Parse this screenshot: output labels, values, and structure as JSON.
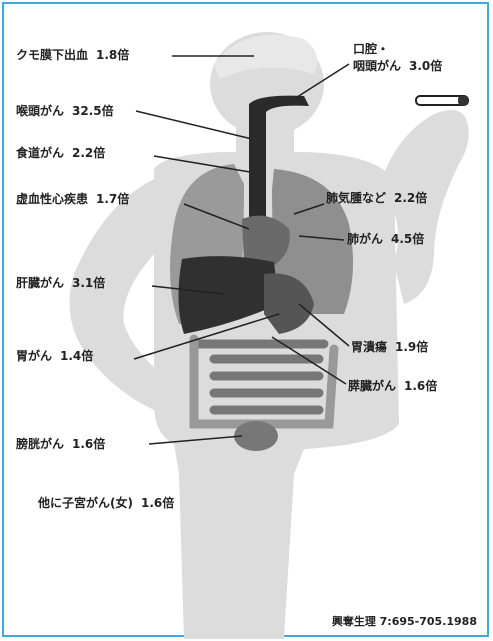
{
  "labels": {
    "subarachnoid": {
      "name": "クモ膜下出血",
      "value": "1.8倍"
    },
    "oral": {
      "name": "口腔・",
      "name2": "咽頭がん",
      "value": "3.0倍"
    },
    "larynx": {
      "name": "喉頭がん",
      "value": "32.5倍"
    },
    "esophagus": {
      "name": "食道がん",
      "value": "2.2倍"
    },
    "heart": {
      "name": "虚血性心疾患",
      "value": "1.7倍"
    },
    "emphysema": {
      "name": "肺気腫など",
      "value": "2.2倍"
    },
    "lung": {
      "name": "肺がん",
      "value": "4.5倍"
    },
    "liver": {
      "name": "肝臓がん",
      "value": "3.1倍"
    },
    "stomach": {
      "name": "胃がん",
      "value": "1.4倍"
    },
    "ulcer": {
      "name": "胃潰瘍",
      "value": "1.9倍"
    },
    "pancreas": {
      "name": "膵臓がん",
      "value": "1.6倍"
    },
    "bladder": {
      "name": "膀胱がん",
      "value": "1.6倍"
    },
    "uterus": {
      "name": "他に子宮がん(女)",
      "value": "1.6倍"
    }
  },
  "source": "興奪生理 7:695-705.1988",
  "colors": {
    "frame": "#3fa9e0",
    "body": "#d9d9d9",
    "lung": "#9b9b9b",
    "liver": "#333333",
    "organ_dark": "#555555",
    "line": "#222222"
  }
}
